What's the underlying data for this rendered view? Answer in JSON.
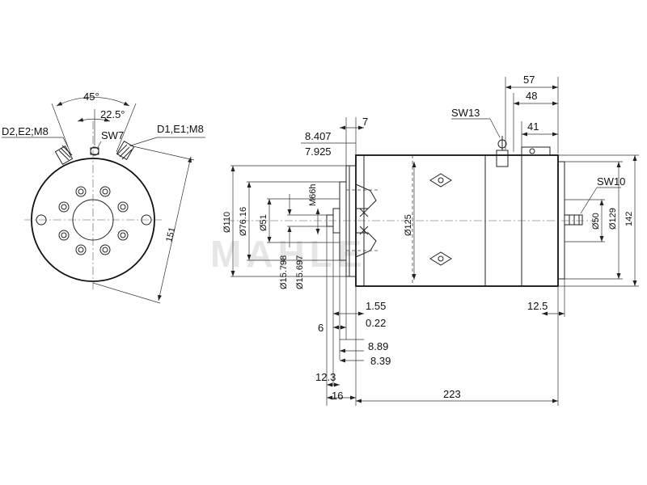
{
  "watermark": "MAHLE",
  "front_view": {
    "angle_outer": "45°",
    "angle_inner": "22.5°",
    "terminal_left": "D2,E2;M8",
    "terminal_right": "D1,E1;M8",
    "wrench_top": "SW7",
    "diameter": "151"
  },
  "side_view": {
    "dim_57": "57",
    "dim_48": "48",
    "dim_41": "41",
    "dim_7": "7",
    "sw13": "SW13",
    "sw10": "SW10",
    "dim_8407": "8.407",
    "dim_7925": "7.925",
    "thread": "M66h",
    "d110": "Ø110",
    "d7616": "Ø76.16",
    "d51": "Ø51",
    "d15798": "Ø15.798",
    "d15697": "Ø15.697",
    "d125": "Ø125",
    "d50": "Ø50",
    "d129": "Ø129",
    "d142": "142",
    "dim_155": "1.55",
    "dim_6": "6",
    "dim_022": "0.22",
    "dim_889": "8.89",
    "dim_839": "8.39",
    "dim_123": "12.3",
    "dim_16": "16",
    "dim_223": "223",
    "dim_125b": "12.5"
  }
}
